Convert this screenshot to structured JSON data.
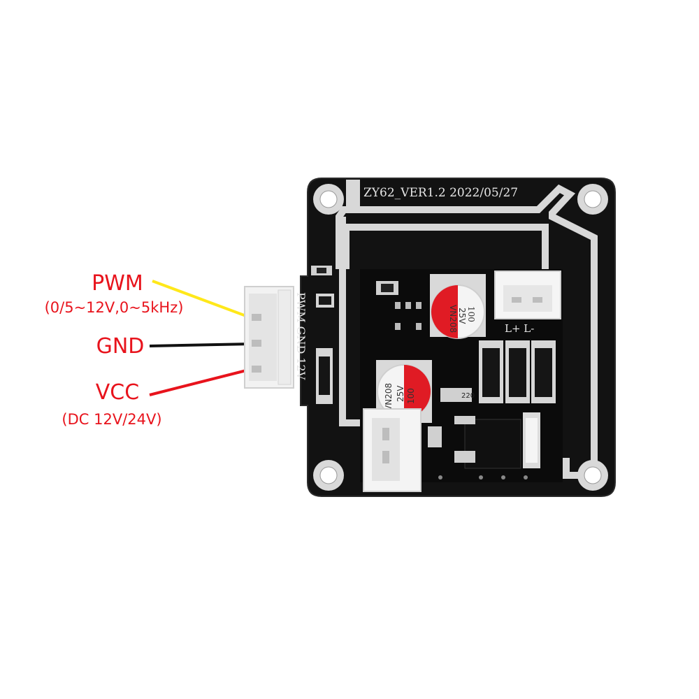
{
  "labels": {
    "pwm": {
      "title": "PWM",
      "subtitle": "(0/5~12V,0~5kHz)"
    },
    "gnd": {
      "title": "GND"
    },
    "vcc": {
      "title": "VCC",
      "subtitle": "(DC 12V/24V)"
    }
  },
  "board": {
    "silkscreen_top": "ZY62_VER1.2 2022/05/27",
    "silkscreen_pins": "PWM GND 12V",
    "out_terminal": "L+ L-",
    "cap1": {
      "value": "100",
      "voltage": "25V",
      "code": "VN208"
    },
    "cap2": {
      "value": "100",
      "voltage": "25V",
      "code": "VN208"
    },
    "resistor_code": "220"
  },
  "colors": {
    "label_red": "#e8131c",
    "wire_pwm": "#ffe81a",
    "wire_gnd": "#111111",
    "wire_vcc": "#e8131c",
    "pcb": "#121212"
  }
}
